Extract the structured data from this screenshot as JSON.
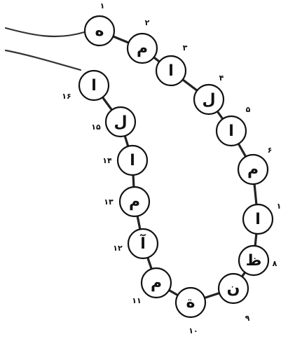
{
  "beads": [
    {
      "letter": "ه",
      "number": "۱"
    },
    {
      "letter": "م",
      "number": "۲"
    },
    {
      "letter": "ا",
      "number": "۳"
    },
    {
      "letter": "ل",
      "number": "۴"
    },
    {
      "letter": "ا",
      "number": "۵"
    },
    {
      "letter": "م",
      "number": "۶"
    },
    {
      "letter": "ا",
      "number": "۱"
    },
    {
      "letter": "ظ",
      "number": "۸"
    },
    {
      "letter": "ن",
      "number": "۹"
    },
    {
      "letter": "ة",
      "number": "۱۰"
    },
    {
      "letter": "م",
      "number": "۱۱"
    },
    {
      "letter": "آ",
      "number": "۱۲"
    },
    {
      "letter": "م",
      "number": "۱۳"
    },
    {
      "letter": "ا",
      "number": "۱۴"
    },
    {
      "letter": "ل",
      "number": "۱۵"
    },
    {
      "letter": "ا",
      "number": "۱۶"
    }
  ]
}
